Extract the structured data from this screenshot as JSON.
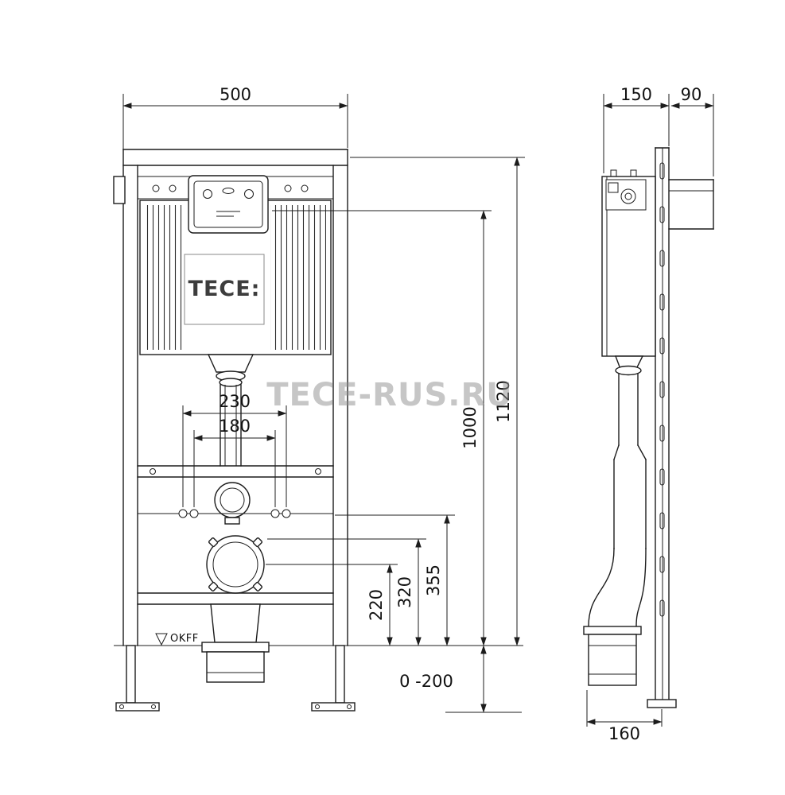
{
  "watermark": "TECE-RUS.RU",
  "front_view": {
    "logo": "TECE:",
    "floor_label": "OKFF",
    "dim_overall_width": "500",
    "dim_fixing_outer": "230",
    "dim_fixing_inner": "180",
    "dim_overall_height": "1120",
    "dim_height_top": "1000",
    "dim_height_355": "355",
    "dim_height_320": "320",
    "dim_height_220": "220",
    "dim_foot_adjust": "0 -200"
  },
  "side_view": {
    "dim_depth": "150",
    "dim_bracket": "90",
    "dim_outlet": "160"
  }
}
